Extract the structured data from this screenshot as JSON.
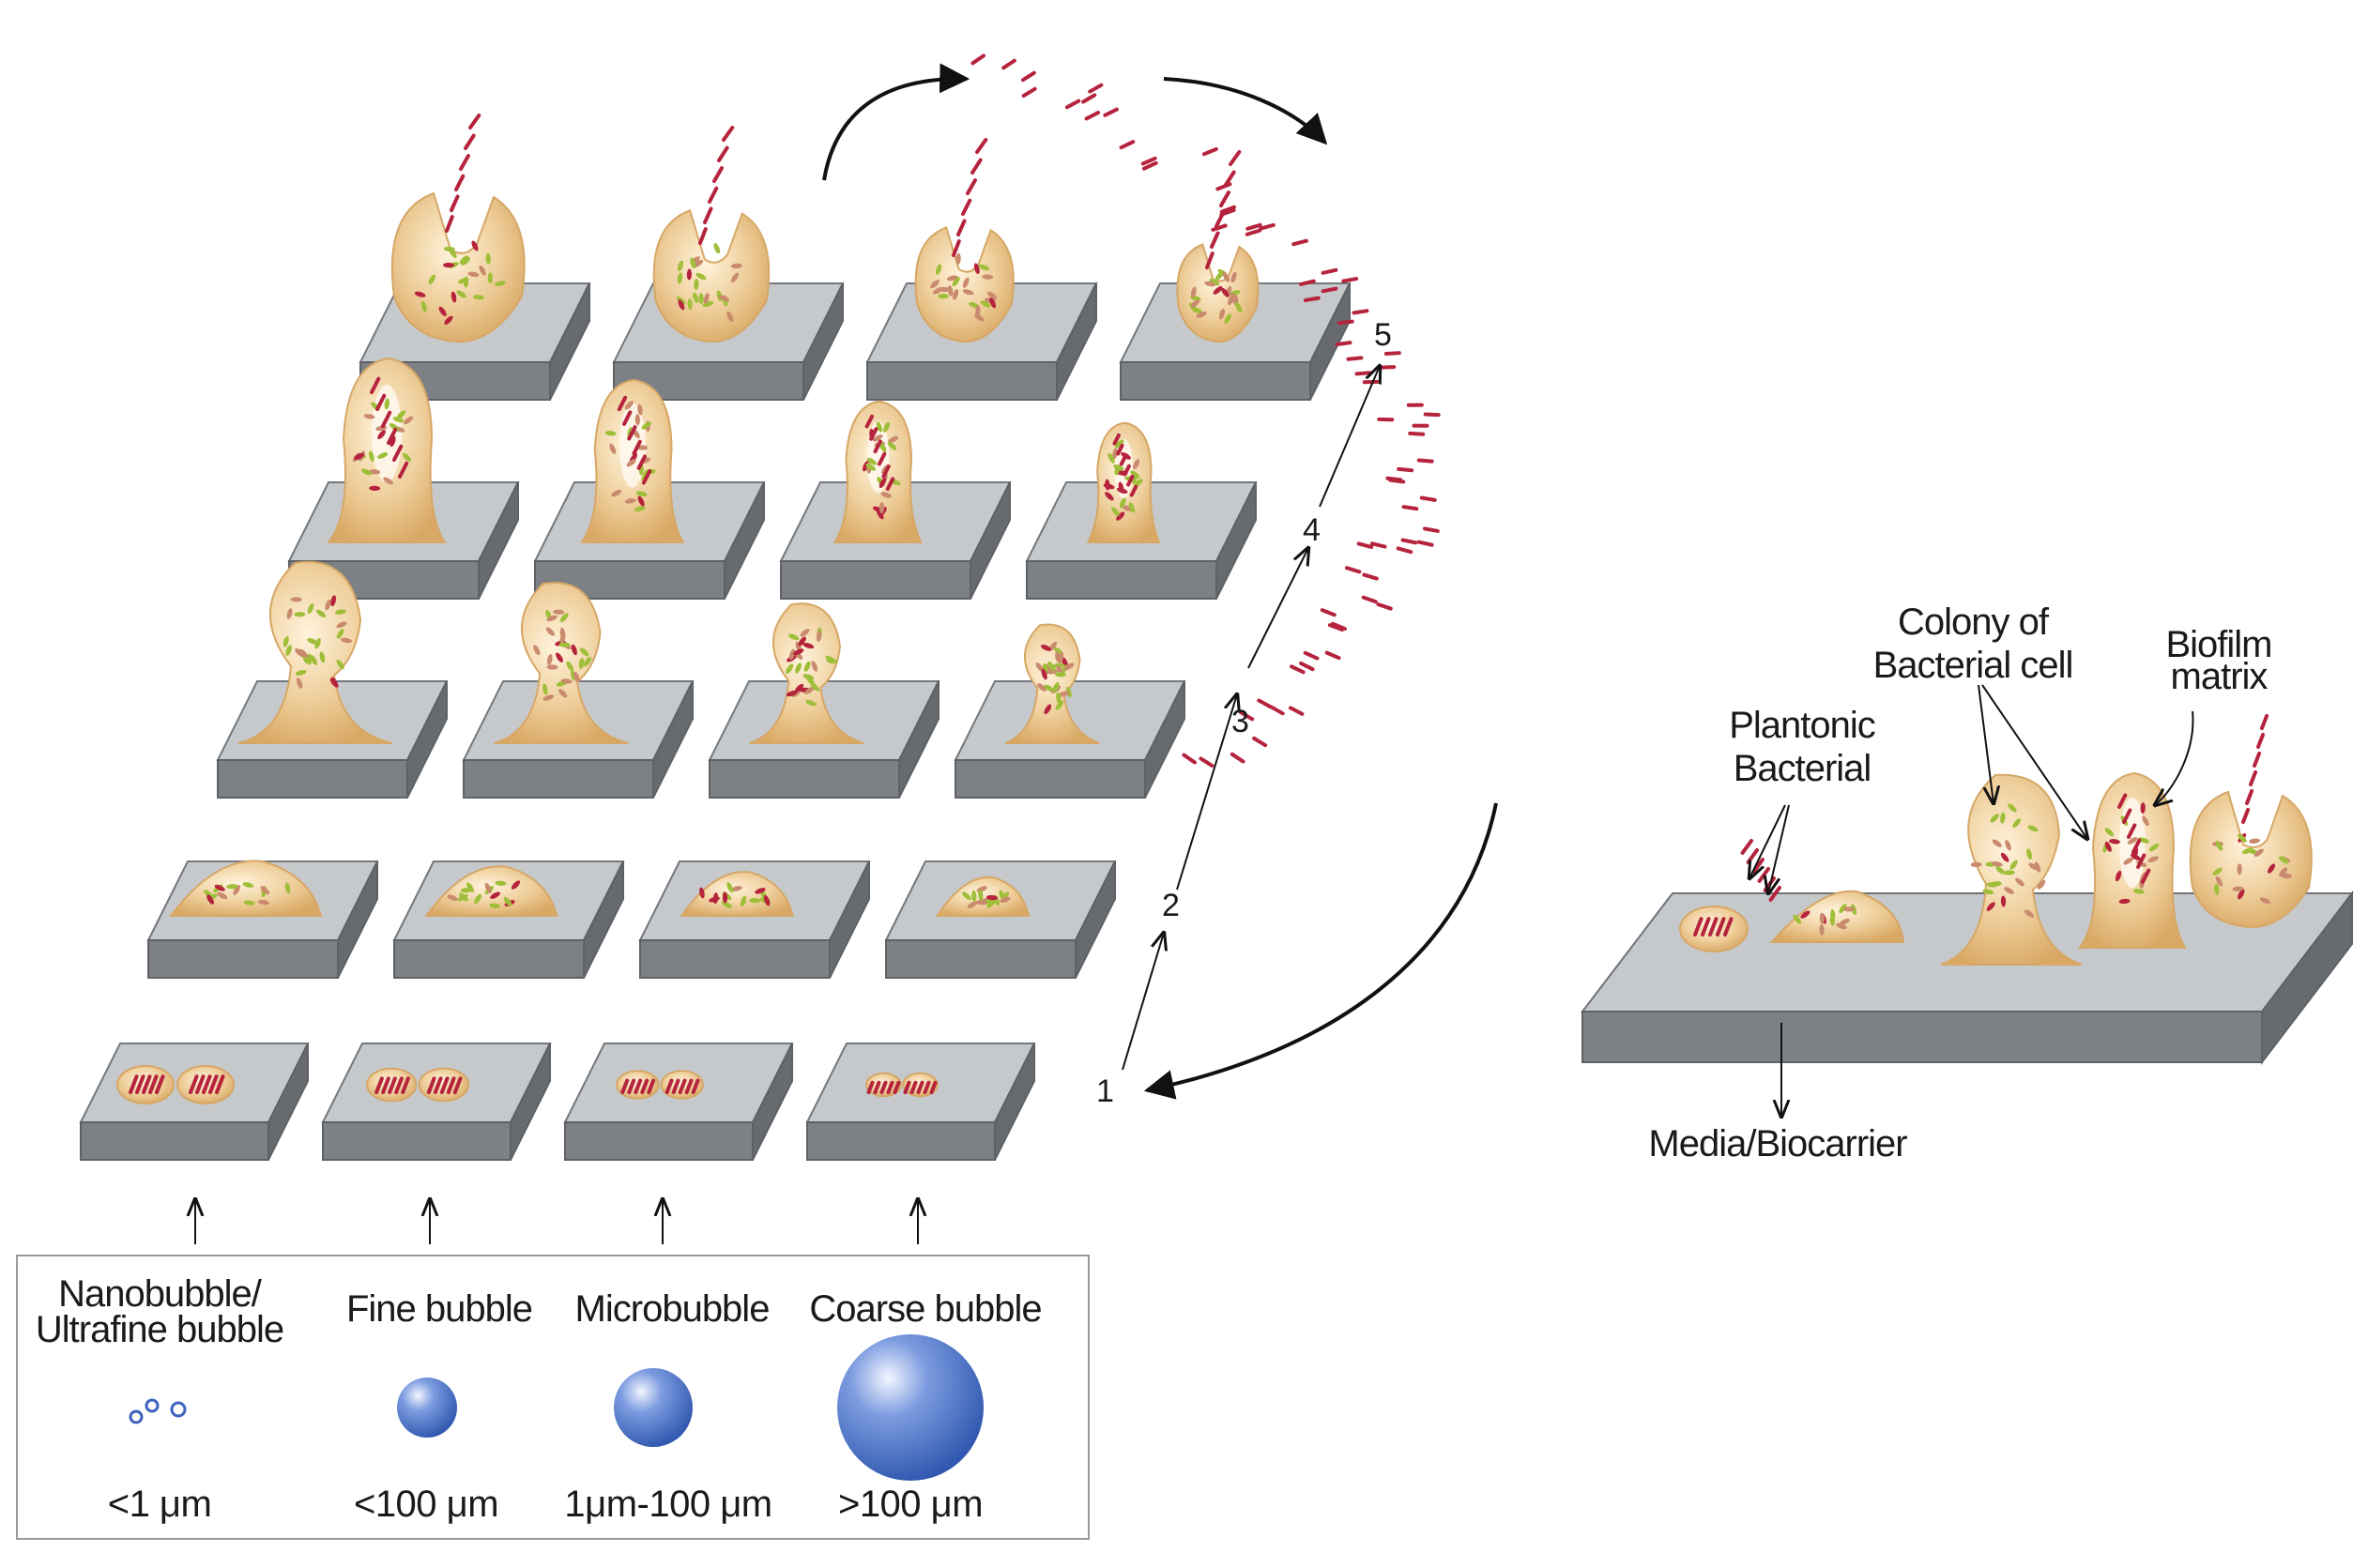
{
  "diagram": {
    "bubble_types": [
      {
        "label_lines": [
          "Nanobubble/",
          "Ultrafine bubble"
        ],
        "size": "<1 μm",
        "icon": "nanobubble-icon"
      },
      {
        "label_lines": [
          "Fine bubble"
        ],
        "size": "<100 μm",
        "icon": "fine-bubble-icon"
      },
      {
        "label_lines": [
          "Microbubble"
        ],
        "size": "1μm-100 μm",
        "icon": "microbubble-icon"
      },
      {
        "label_lines": [
          "Coarse bubble"
        ],
        "size": ">100 μm",
        "icon": "coarse-bubble-icon"
      }
    ],
    "stages": [
      "1",
      "2",
      "3",
      "4",
      "5"
    ],
    "side_labels": {
      "planktonic": [
        "Plantonic",
        "Bacterial"
      ],
      "colony": [
        "Colony of",
        "Bacterial cell"
      ],
      "matrix": [
        "Biofilm",
        "matrix"
      ],
      "media": "Media/Biocarrier"
    },
    "colors": {
      "plate_top": "#c6c9cc",
      "plate_side": "#7d8185",
      "biofilm": "#eccb96",
      "biofilm_edge": "#d6a766",
      "bubble": "#4a74c8",
      "bacteria_red": "#b5233d",
      "bacteria_green": "#9fbf3a"
    }
  }
}
